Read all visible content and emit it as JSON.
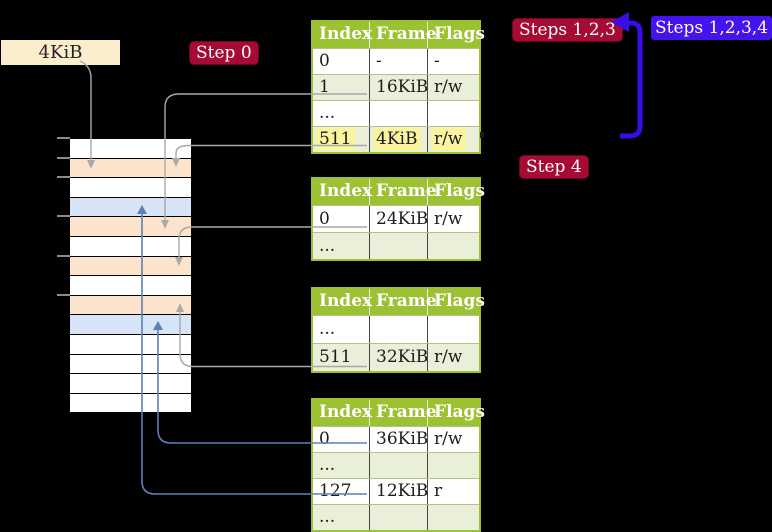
{
  "colors": {
    "background": "#000000",
    "table_header_green": "#9cc132",
    "table_border_green": "#9cc132",
    "table_row_alt_green": "#e9efd8",
    "highlight_yellow": "#fbf49e",
    "frame_peach": "#fce4cc",
    "frame_blue": "#d7e4f6",
    "beige_box": "#fbeecc",
    "crimson_label": "#a60c33",
    "blue_label": "#4513ee",
    "gray_line": "#a9a9a9",
    "steel_blue_line": "#5d80b6",
    "thick_arrow_blue": "#3a0ce8"
  },
  "labels": {
    "page_size_box": "4KiB",
    "step0": "Step 0",
    "steps123": "Steps 1,2,3",
    "steps1234": "Steps 1,2,3,4",
    "step4": "Step 4"
  },
  "memory": {
    "row_colors": [
      "white",
      "peach",
      "white",
      "blue",
      "peach",
      "white",
      "peach",
      "white",
      "peach",
      "blue",
      "white",
      "white",
      "white",
      "white"
    ],
    "tick_rows": [
      0,
      1,
      2,
      4,
      6,
      8
    ]
  },
  "tables": [
    {
      "name": "page-table-top",
      "headers": [
        "Index",
        "Frame",
        "Flags"
      ],
      "rows": [
        {
          "cells": [
            "0",
            "-",
            "-"
          ],
          "highlight": false
        },
        {
          "cells": [
            "1",
            "16KiB",
            "r/w"
          ],
          "highlight": false
        },
        {
          "cells": [
            "...",
            "",
            ""
          ],
          "highlight": false
        },
        {
          "cells": [
            "511",
            "4KiB",
            "r/w"
          ],
          "highlight": true
        }
      ]
    },
    {
      "name": "page-table-second",
      "headers": [
        "Index",
        "Frame",
        "Flags"
      ],
      "rows": [
        {
          "cells": [
            "0",
            "24KiB",
            "r/w"
          ],
          "highlight": false
        },
        {
          "cells": [
            "...",
            "",
            ""
          ],
          "highlight": false
        }
      ]
    },
    {
      "name": "page-table-third",
      "headers": [
        "Index",
        "Frame",
        "Flags"
      ],
      "rows": [
        {
          "cells": [
            "...",
            "",
            ""
          ],
          "highlight": false
        },
        {
          "cells": [
            "511",
            "32KiB",
            "r/w"
          ],
          "highlight": false
        }
      ]
    },
    {
      "name": "page-table-fourth",
      "headers": [
        "Index",
        "Frame",
        "Flags"
      ],
      "rows": [
        {
          "cells": [
            "0",
            "36KiB",
            "r/w"
          ],
          "highlight": false
        },
        {
          "cells": [
            "...",
            "",
            ""
          ],
          "highlight": false
        },
        {
          "cells": [
            "127",
            "12KiB",
            "r"
          ],
          "highlight": false
        },
        {
          "cells": [
            "...",
            "",
            ""
          ],
          "highlight": false
        }
      ]
    }
  ]
}
